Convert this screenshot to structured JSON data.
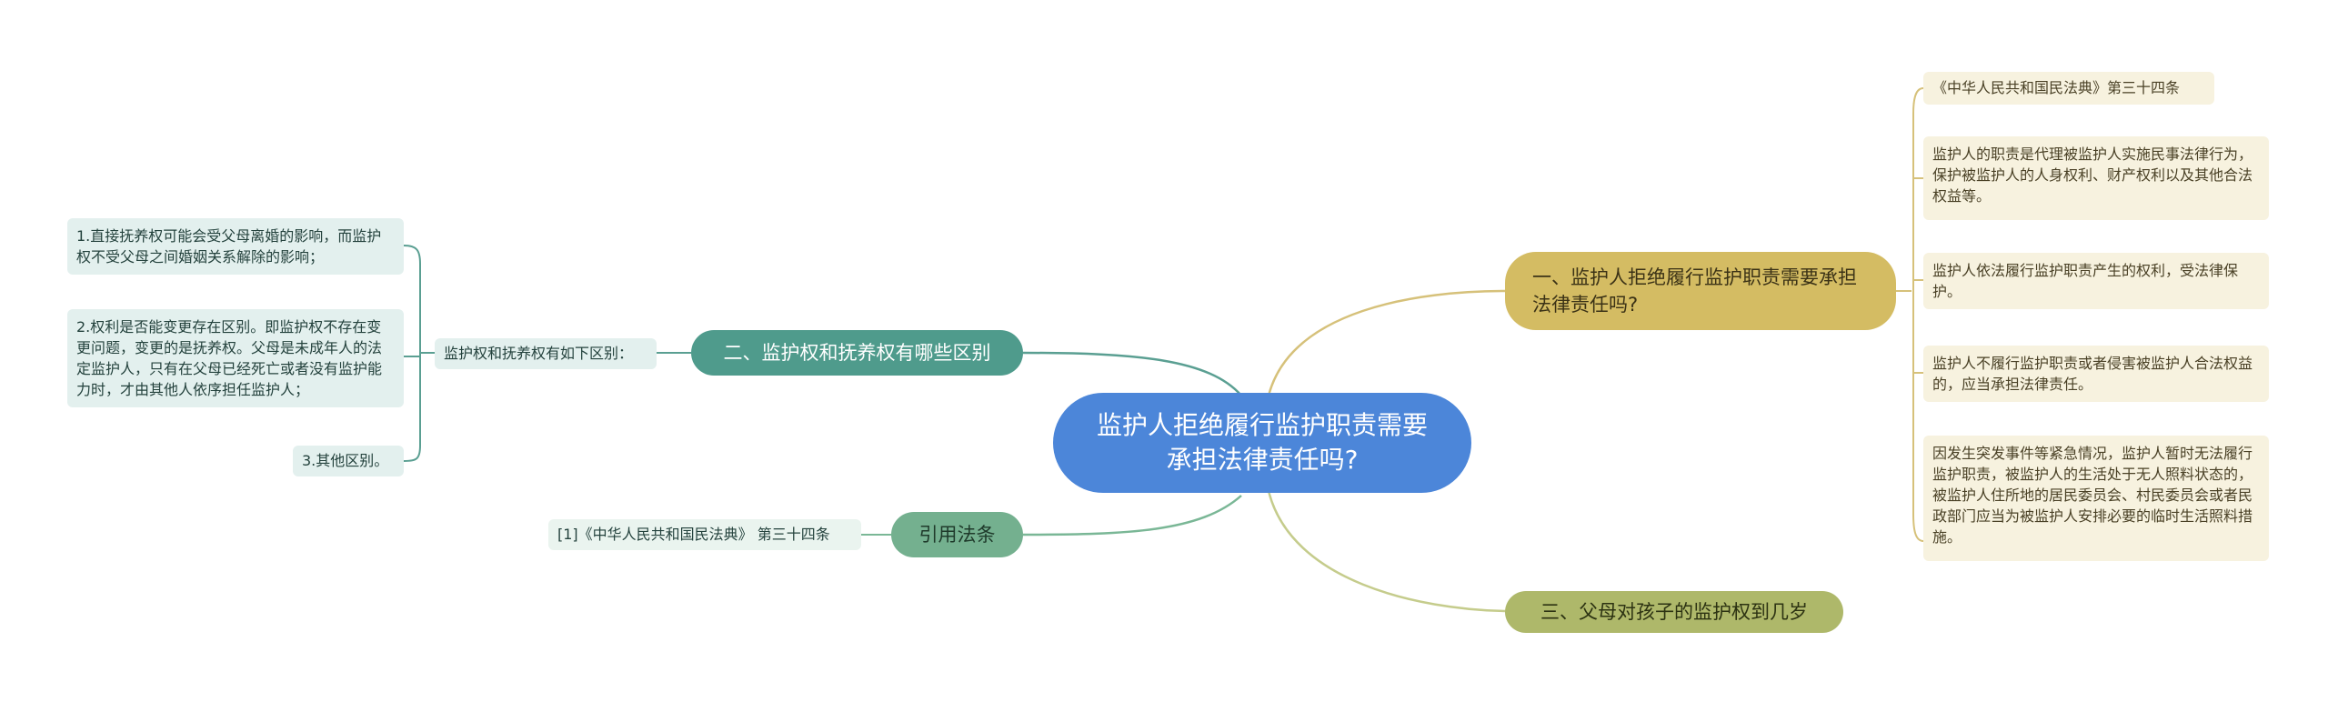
{
  "colors": {
    "root": "#4c86d9",
    "gold": "#d4bc63",
    "gold_line": "#d6c17a",
    "teal": "#4f9b8c",
    "teal_line": "#5a9f92",
    "green": "#74b08f",
    "olive": "#aeb86a"
  },
  "root": {
    "title": "监护人拒绝履行监护职责需要承担法律责任吗?"
  },
  "branch1": {
    "title": "一、监护人拒绝履行监护职责需要承担法律责任吗?",
    "leaves": [
      "《中华人民共和国民法典》第三十四条",
      "监护人的职责是代理被监护人实施民事法律行为，保护被监护人的人身权利、财产权利以及其他合法权益等。",
      "监护人依法履行监护职责产生的权利，受法律保护。",
      "监护人不履行监护职责或者侵害被监护人合法权益的，应当承担法律责任。",
      "因发生突发事件等紧急情况，监护人暂时无法履行监护职责，被监护人的生活处于无人照料状态的，被监护人住所地的居民委员会、村民委员会或者民政部门应当为被监护人安排必要的临时生活照料措施。"
    ]
  },
  "branch2": {
    "title": "二、监护权和抚养权有哪些区别",
    "sub": "监护权和抚养权有如下区别：",
    "leaves": [
      "1.直接抚养权可能会受父母离婚的影响，而监护权不受父母之间婚姻关系解除的影响；",
      "2.权利是否能变更存在区别。即监护权不存在变更问题，变更的是抚养权。父母是未成年人的法定监护人，只有在父母已经死亡或者没有监护能力时，才由其他人依序担任监护人；",
      "3.其他区别。"
    ]
  },
  "branch3": {
    "title": "三、父母对孩子的监护权到几岁"
  },
  "citation": {
    "title": "引用法条",
    "ref": "[1]《中华人民共和国民法典》 第三十四条"
  }
}
